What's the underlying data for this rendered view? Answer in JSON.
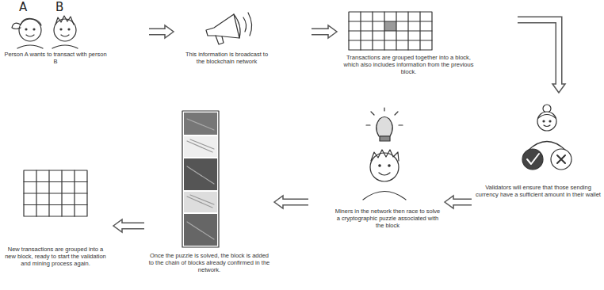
{
  "diagram": {
    "nodes": [
      {
        "text": [
          "Person A wants to transact with person B"
        ]
      },
      {
        "text": [
          "This information is broadcast to the blockchain network"
        ]
      },
      {
        "text": [
          "Transactions are grouped together into a block, which also includes information from the previous block."
        ]
      },
      {
        "text": [
          "Validators will ensure that those sending currency have a sufficient amount in their wallet"
        ]
      },
      {
        "text": [
          "Miners in the network then race to solve a cryptographic puzzle associated with the block"
        ]
      },
      {
        "text": [
          "Once the puzzle is solved, the block is added to the chain of blocks already confirmed in the network."
        ]
      },
      {
        "text": [
          "New transactions are grouped into a new block, ready to start the validation and mining process again."
        ]
      }
    ],
    "edges": [
      {
        "from": 0,
        "to": 1,
        "arrow": "to"
      },
      {
        "from": 1,
        "to": 2,
        "arrow": "to"
      },
      {
        "from": 2,
        "to": 3,
        "arrow": "to"
      },
      {
        "from": 3,
        "to": 4,
        "arrow": "to"
      },
      {
        "from": 4,
        "to": 5,
        "arrow": "to"
      },
      {
        "from": 5,
        "to": 6,
        "arrow": "to"
      }
    ],
    "labels": [
      "A",
      "B"
    ]
  }
}
